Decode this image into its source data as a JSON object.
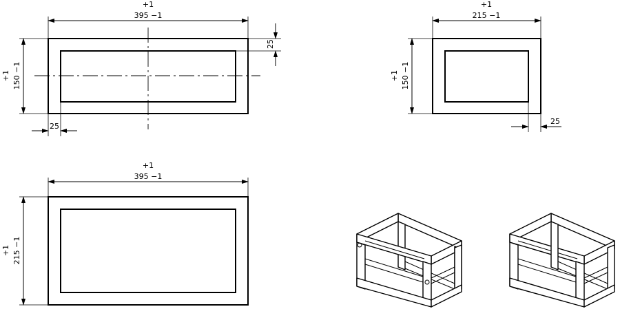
{
  "drawing": {
    "front_view": {
      "width_dim": {
        "tol": "+1",
        "value": "395 −1"
      },
      "height_dim": {
        "tol": "+1",
        "value": "150 −1"
      },
      "frame_right": "25",
      "frame_bottom": "25"
    },
    "side_view": {
      "width_dim": {
        "tol": "+1",
        "value": "215 −1"
      },
      "height_dim": {
        "tol": "+1",
        "value": "150 −1"
      },
      "frame_bottom": "25"
    },
    "top_view": {
      "width_dim": {
        "tol": "+1",
        "value": "395 −1"
      },
      "height_dim": {
        "tol": "+1",
        "value": "215 −1"
      }
    }
  }
}
